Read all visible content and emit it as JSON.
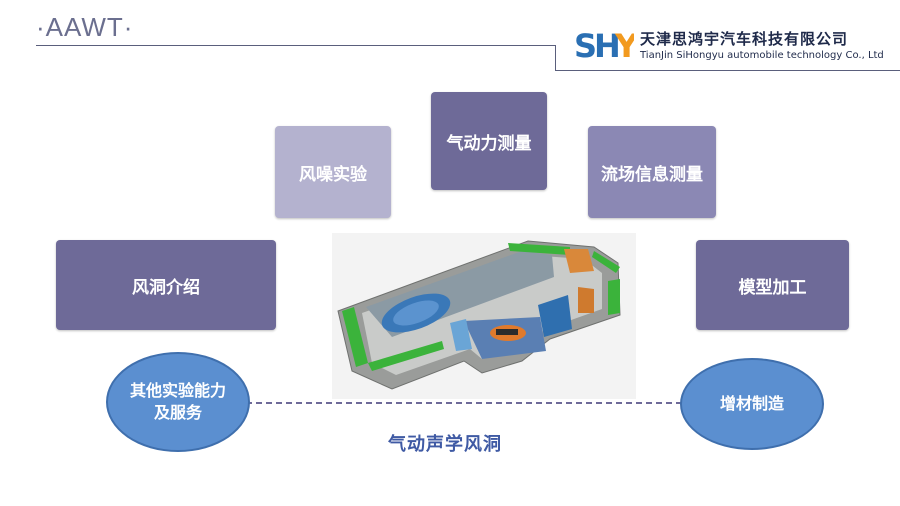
{
  "header": {
    "title": "·AAWT·",
    "logo_text": "SHY",
    "company_cn": "天津思鸿宇汽车科技有限公司",
    "company_en": "TianJin SiHongyu automobile technology Co., Ltd"
  },
  "boxes": {
    "aerodynamic_measurement": "气动力测量",
    "wind_noise_test": "风噪实验",
    "flow_field_measurement": "流场信息测量",
    "wind_tunnel_intro": "风洞介绍",
    "model_machining": "模型加工"
  },
  "ellipses": {
    "other_capabilities": "其他实验能力及服务",
    "additive_manufacturing": "增材制造"
  },
  "caption": "气动声学风洞",
  "colors": {
    "box_dark": "#6e6a98",
    "box_mid": "#8b88b4",
    "box_light": "#b4b2cf",
    "ellipse": "#5b8fd0",
    "caption": "#3f5aa4"
  }
}
